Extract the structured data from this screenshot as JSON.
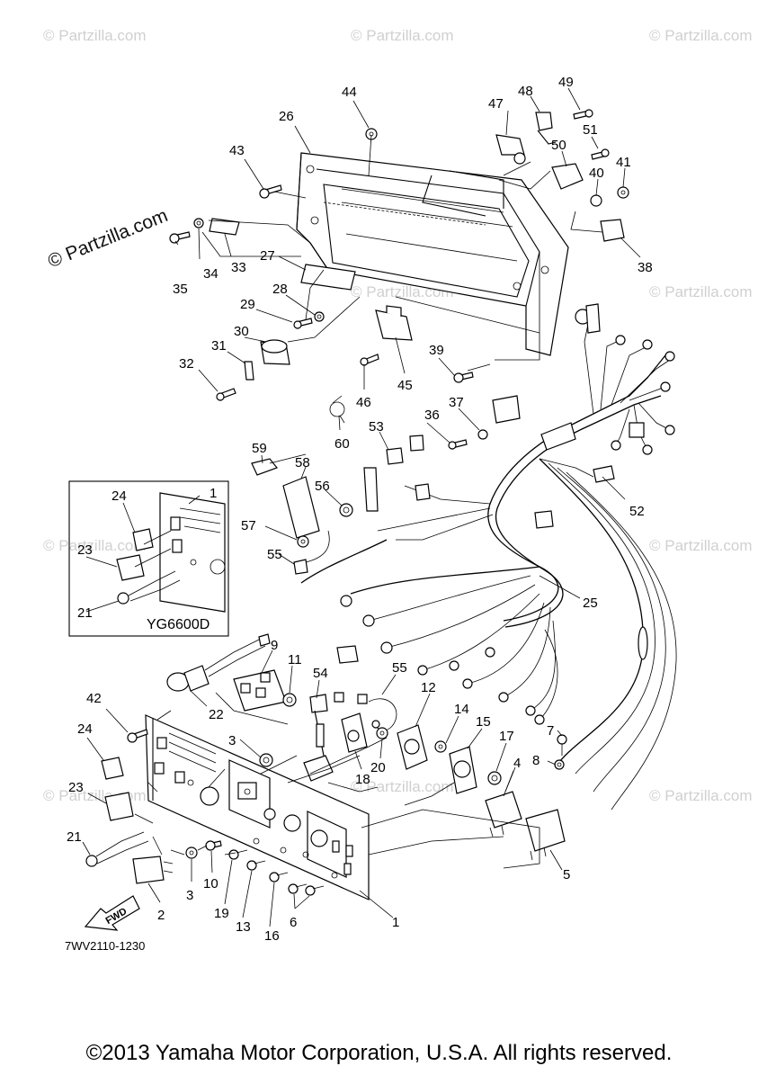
{
  "diagram": {
    "reference_code": "7WV2110-1230",
    "inset_label": "YG6600D",
    "direction_label": "FWD",
    "side_watermark": "© Partzilla.com",
    "watermark": "© Partzilla.com",
    "copyright": "©2013 Yamaha Motor Corporation, U.S.A. All rights reserved.",
    "callouts": [
      "1",
      "1",
      "2",
      "3",
      "3",
      "4",
      "5",
      "6",
      "7",
      "8",
      "9",
      "10",
      "11",
      "12",
      "13",
      "14",
      "15",
      "16",
      "17",
      "18",
      "19",
      "20",
      "21",
      "21",
      "22",
      "23",
      "23",
      "24",
      "24",
      "25",
      "26",
      "27",
      "28",
      "29",
      "30",
      "31",
      "32",
      "33",
      "34",
      "35",
      "36",
      "37",
      "38",
      "39",
      "40",
      "41",
      "42",
      "43",
      "44",
      "45",
      "46",
      "47",
      "48",
      "49",
      "50",
      "51",
      "52",
      "53",
      "54",
      "55",
      "55",
      "56",
      "57",
      "58",
      "59",
      "60"
    ]
  }
}
